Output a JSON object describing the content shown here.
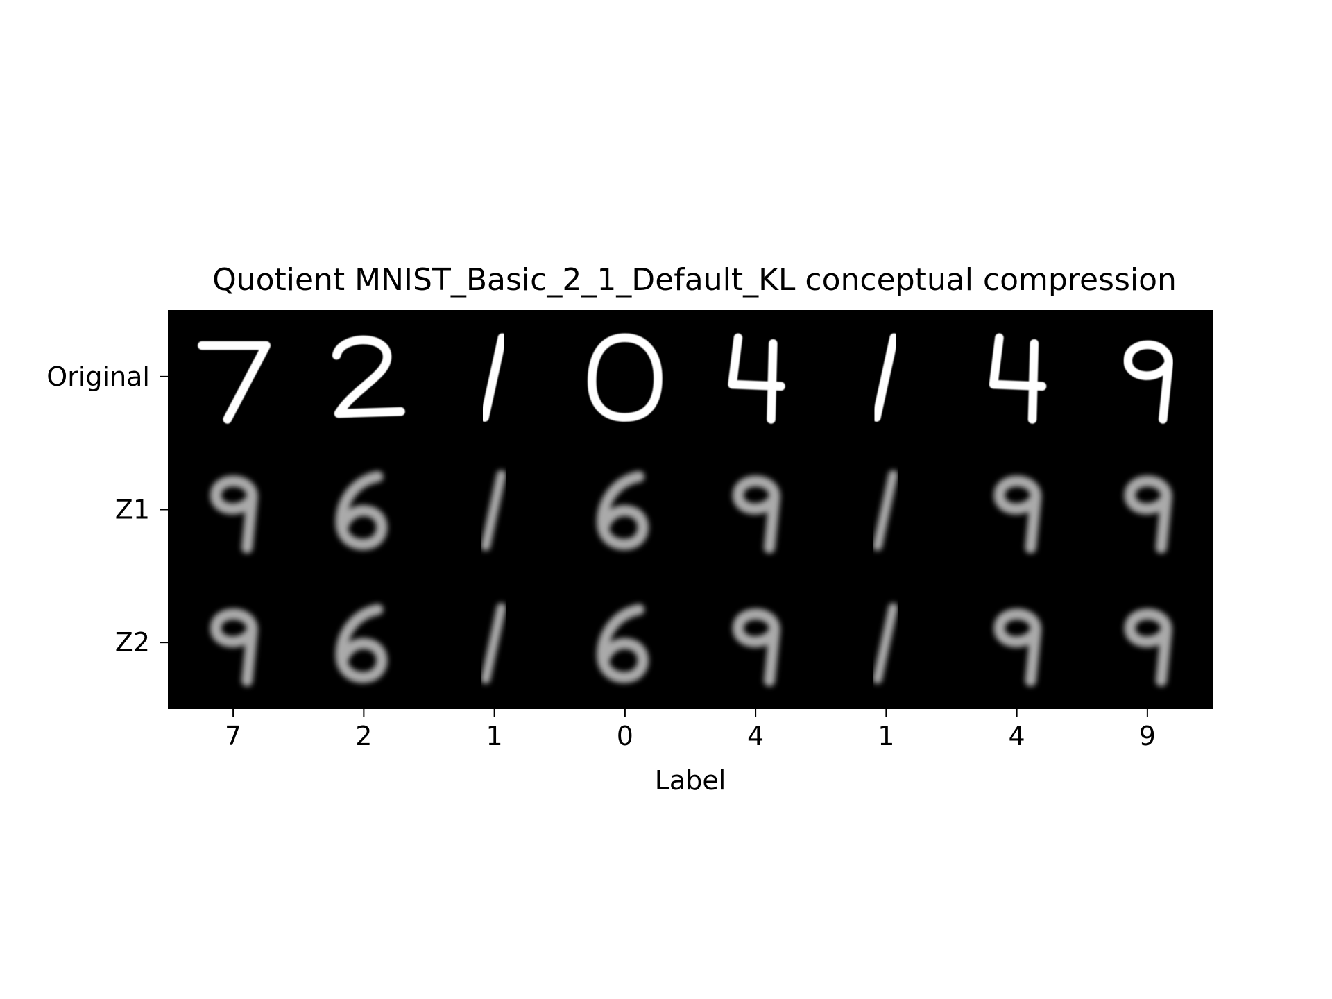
{
  "chart_data": {
    "type": "image-grid",
    "title": "Quotient MNIST_Basic_2_1_Default_KL conceptual compression",
    "xlabel": "Label",
    "ylabel": "",
    "columns": [
      "7",
      "2",
      "1",
      "0",
      "4",
      "1",
      "4",
      "9"
    ],
    "rows": [
      "Original",
      "Z1",
      "Z2"
    ],
    "cells": [
      [
        "7",
        "2",
        "1",
        "0",
        "4",
        "1",
        "4",
        "9"
      ],
      [
        "9",
        "6",
        "1",
        "6",
        "9",
        "1",
        "9",
        "9"
      ],
      [
        "9",
        "6",
        "1",
        "6",
        "9",
        "1",
        "9",
        "9"
      ]
    ],
    "background_color": "#000000",
    "digit_color": "#ffffff"
  }
}
